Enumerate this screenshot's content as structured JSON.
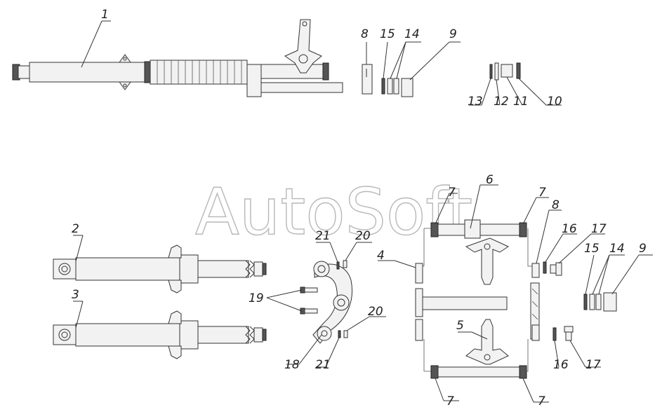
{
  "watermark": "AutoSoft",
  "labels": {
    "l1": "1",
    "l2": "2",
    "l3": "3",
    "l4": "4",
    "l5": "5",
    "l6": "6",
    "l7a": "7",
    "l7b": "7",
    "l7c": "7",
    "l7d": "7",
    "l8a": "8",
    "l8b": "8",
    "l9a": "9",
    "l9b": "9",
    "l10": "10",
    "l11": "11",
    "l12": "12",
    "l13": "13",
    "l14a": "14",
    "l14b": "14",
    "l15a": "15",
    "l15b": "15",
    "l16a": "16",
    "l16b": "16",
    "l17a": "17",
    "l17b": "17",
    "l18": "18",
    "l19": "19",
    "l20a": "20",
    "l20b": "20",
    "l21a": "21",
    "l21b": "21"
  }
}
